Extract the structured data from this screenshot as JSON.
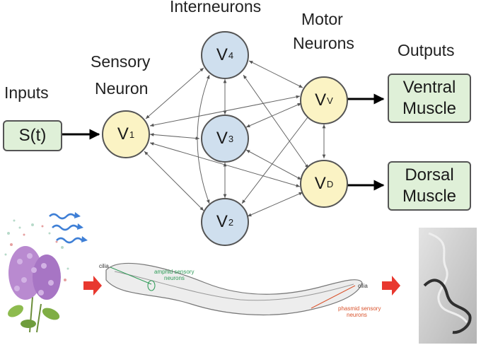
{
  "labels": {
    "inputs": "Inputs",
    "sensory_line1": "Sensory",
    "sensory_line2": "Neuron",
    "interneurons": "Interneurons",
    "motor_line1": "Motor",
    "motor_line2": "Neurons",
    "outputs": "Outputs"
  },
  "input_box": "S(t)",
  "nodes": {
    "v1": {
      "main": "V",
      "sub": "1"
    },
    "v4": {
      "main": "V",
      "sub": "4"
    },
    "v3": {
      "main": "V",
      "sub": "3"
    },
    "v2": {
      "main": "V",
      "sub": "2"
    },
    "vv": {
      "main": "V",
      "sub": "V"
    },
    "vd": {
      "main": "V",
      "sub": "D"
    }
  },
  "outputs": {
    "ventral_line1": "Ventral",
    "ventral_line2": "Muscle",
    "dorsal_line1": "Dorsal",
    "dorsal_line2": "Muscle"
  },
  "worm_labels": {
    "cilia_head": "cilia",
    "amphid_line1": "amphid sensory",
    "amphid_line2": "neurons",
    "cilia_tail": "cilia",
    "phasmid_line1": "phasmid sensory",
    "phasmid_line2": "neurons"
  },
  "colors": {
    "sensory_fill": "#fbf3c4",
    "inter_fill": "#cfdfee",
    "output_fill": "#dff0d8",
    "amphid_label": "#2e9b57",
    "phasmid_label": "#d9532c",
    "arrow_red": "#e8382f",
    "odor_wave": "#3e7fd6"
  }
}
